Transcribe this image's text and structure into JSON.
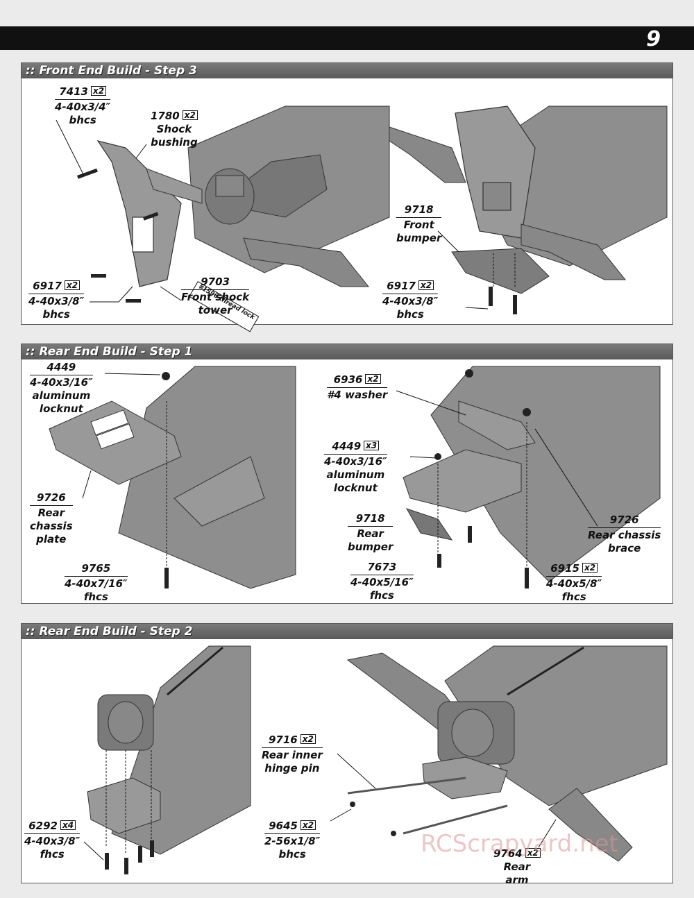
{
  "page": {
    "number": "9"
  },
  "sections": {
    "step3": {
      "title": ":: Front End Build - Step 3",
      "tube_label": "#1596 thread lock",
      "callouts": {
        "c7413": {
          "pn": "7413",
          "qty": "x2",
          "desc1": "4-40x3/4″",
          "desc2": "bhcs"
        },
        "c1780": {
          "pn": "1780",
          "qty": "x2",
          "desc1": "Shock",
          "desc2": "bushing"
        },
        "c6917a": {
          "pn": "6917",
          "qty": "x2",
          "desc1": "4-40x3/8″",
          "desc2": "bhcs"
        },
        "c9703": {
          "pn": "9703",
          "desc1": "Front shock",
          "desc2": "tower"
        },
        "c9718": {
          "pn": "9718",
          "desc1": "Front",
          "desc2": "bumper"
        },
        "c6917b": {
          "pn": "6917",
          "qty": "x2",
          "desc1": "4-40x3/8″",
          "desc2": "bhcs"
        }
      }
    },
    "rear1": {
      "title": ":: Rear End Build - Step 1",
      "callouts": {
        "c4449a": {
          "pn": "4449",
          "desc1": "4-40x3/16″",
          "desc2": "aluminum",
          "desc3": "locknut"
        },
        "c9726a": {
          "pn": "9726",
          "desc1": "Rear",
          "desc2": "chassis",
          "desc3": "plate"
        },
        "c9765": {
          "pn": "9765",
          "desc1": "4-40x7/16″",
          "desc2": "fhcs"
        },
        "c6936": {
          "pn": "6936",
          "qty": "x2",
          "desc1": "#4 washer"
        },
        "c4449b": {
          "pn": "4449",
          "qty": "x3",
          "desc1": "4-40x3/16″",
          "desc2": "aluminum",
          "desc3": "locknut"
        },
        "c9718": {
          "pn": "9718",
          "desc1": "Rear",
          "desc2": "bumper"
        },
        "c7673": {
          "pn": "7673",
          "desc1": "4-40x5/16″",
          "desc2": "fhcs"
        },
        "c9726b": {
          "pn": "9726",
          "desc1": "Rear chassis",
          "desc2": "brace"
        },
        "c6915": {
          "pn": "6915",
          "qty": "x2",
          "desc1": "4-40x5/8″",
          "desc2": "fhcs"
        }
      }
    },
    "rear2": {
      "title": ":: Rear End Build - Step 2",
      "callouts": {
        "c9716": {
          "pn": "9716",
          "qty": "x2",
          "desc1": "Rear inner",
          "desc2": "hinge pin"
        },
        "c6292": {
          "pn": "6292",
          "qty": "x4",
          "desc1": "4-40x3/8″",
          "desc2": "fhcs"
        },
        "c9645": {
          "pn": "9645",
          "qty": "x2",
          "desc1": "2-56x1/8″",
          "desc2": "bhcs"
        },
        "c9764": {
          "pn": "9764",
          "qty": "x2",
          "desc1": "Rear",
          "desc2": "arm"
        }
      }
    }
  },
  "watermark": "RCScrapyard.net",
  "colors": {
    "part_gray": "#8c8c8c",
    "part_dark": "#5e5e5e",
    "header_gray": "#666666",
    "bar_black": "#111111"
  }
}
